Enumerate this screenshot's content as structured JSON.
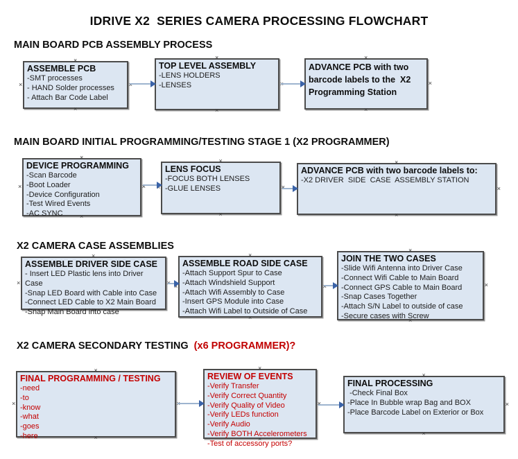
{
  "title": "IDRIVE X2  SERIES CAMERA PROCESSING FLOWCHART",
  "colors": {
    "box_fill": "#dce6f2",
    "box_border": "#4b4b4b",
    "red_text": "#c40000",
    "arrow_line": "#9db4cf",
    "arrow_head": "#3a63a8"
  },
  "sections": [
    {
      "heading": "MAIN BOARD PCB ASSEMBLY PROCESS",
      "boxes": [
        {
          "title": "ASSEMBLE PCB",
          "items": [
            "-SMT processes",
            "- HAND Solder processes",
            "- Attach Bar Code Label"
          ]
        },
        {
          "title": "TOP LEVEL ASSEMBLY",
          "items": [
            "-LENS HOLDERS",
            "-LENSES"
          ]
        },
        {
          "title": "ADVANCE PCB with two barcode labels to the  X2 Programming Station",
          "items": []
        }
      ]
    },
    {
      "heading": "MAIN BOARD INITIAL PROGRAMMING/TESTING STAGE 1 (X2 PROGRAMMER)",
      "boxes": [
        {
          "title": "DEVICE PROGRAMMING",
          "items": [
            "-Scan Barcode",
            "-Boot Loader",
            "-Device Configuration",
            "-Test Wired Events",
            "-AC SYNC"
          ]
        },
        {
          "title": "LENS FOCUS",
          "items": [
            "-FOCUS BOTH LENSES",
            "-GLUE LENSES"
          ]
        },
        {
          "title": "ADVANCE PCB with two barcode labels to:",
          "items": [
            "-X2 DRIVER  SIDE  CASE  ASSEMBLY STATION"
          ]
        }
      ]
    },
    {
      "heading": "X2 CAMERA CASE ASSEMBLIES",
      "boxes": [
        {
          "title": "ASSEMBLE DRIVER SIDE CASE",
          "items": [
            "- Insert LED Plastic lens into Driver Case",
            "-Snap LED Board with Cable into Case",
            "-Connect LED Cable to X2 Main Board",
            "-Snap Main Board into case"
          ]
        },
        {
          "title": "ASSEMBLE ROAD SIDE CASE",
          "items": [
            "-Attach Support Spur to Case",
            "-Attach Windshield Support",
            "-Attach Wifi Assembly to Case",
            "-Insert GPS Module into Case",
            "-Attach Wifi Label to Outside of Case"
          ]
        },
        {
          "title": "JOIN THE TWO CASES",
          "items": [
            "-Slide Wifi Antenna into Driver Case",
            "-Connect Wifi Cable to Main Board",
            "-Connect GPS Cable to Main Board",
            "-Snap Cases Together",
            "-Attach S/N Label to outside of case",
            "-Secure cases with Screw"
          ]
        }
      ]
    },
    {
      "heading": "X2 CAMERA SECONDARY TESTING  ",
      "heading_red": "(x6 PROGRAMMER)?",
      "boxes": [
        {
          "title": "FINAL PROGRAMMING / TESTING",
          "items": [
            "-need",
            "-to",
            "-know",
            "-what",
            "-goes",
            "-here"
          ]
        },
        {
          "title": "REVIEW OF EVENTS",
          "items": [
            "-Verify Transfer",
            "-Verify Correct Quantity",
            "-Verify Quality of Video",
            "-Verify LEDs function",
            "-Verify Audio",
            "-Verify BOTH Accelerometers",
            "-Test of accessory ports?"
          ]
        },
        {
          "title": "FINAL PROCESSING",
          "items": [
            " -Check Final Box",
            "-Place In Bubble wrap Bag and BOX",
            "-Place Barcode Label on Exterior or Box"
          ]
        }
      ]
    }
  ]
}
